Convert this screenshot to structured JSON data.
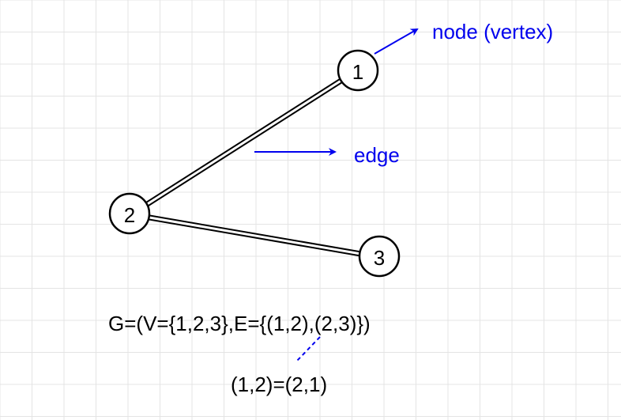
{
  "colors": {
    "annotation": "#0000ee",
    "edge": "#000000",
    "node_stroke": "#000000",
    "grid": "#e4e4e4"
  },
  "nodes": [
    {
      "id": "1",
      "label": "1"
    },
    {
      "id": "2",
      "label": "2"
    },
    {
      "id": "3",
      "label": "3"
    }
  ],
  "edges": [
    {
      "from": "2",
      "to": "1"
    },
    {
      "from": "2",
      "to": "3"
    }
  ],
  "annotations": {
    "node_label": "node (vertex)",
    "edge_label": "edge"
  },
  "formulas": {
    "graph_definition": "G=(V={1,2,3},E={(1,2),(2,3)})",
    "edge_equivalence": "(1,2)=(2,1)"
  }
}
